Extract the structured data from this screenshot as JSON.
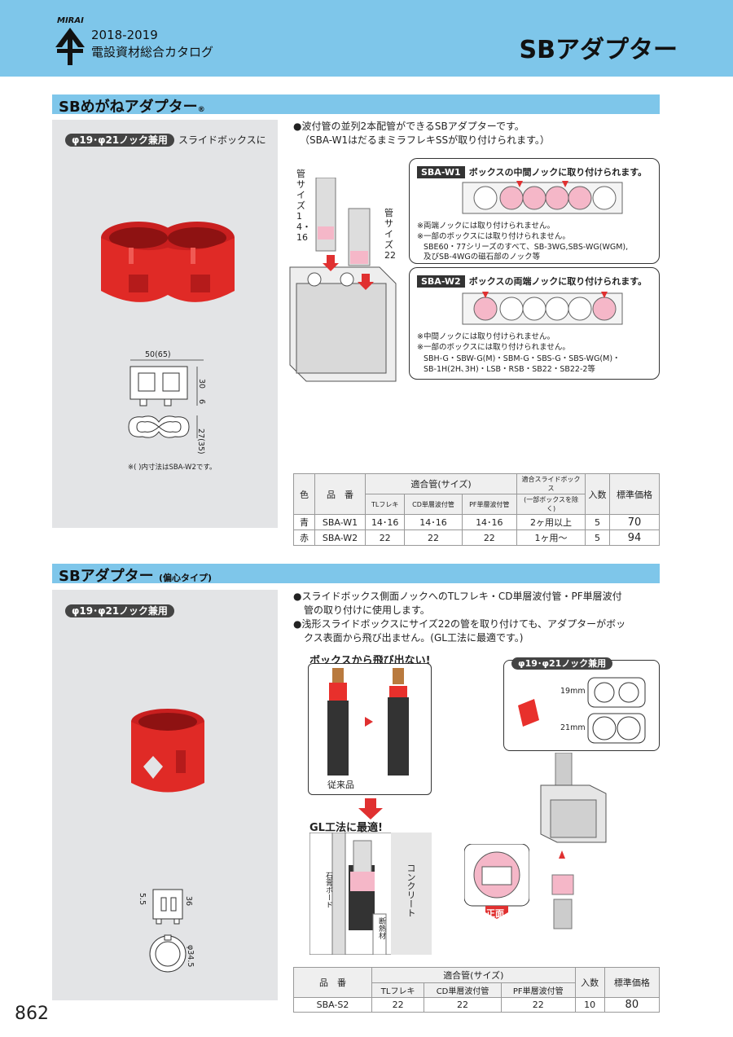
{
  "header": {
    "brand": "MIRAI",
    "year": "2018-2019",
    "catalog": "電設資材総合カタログ",
    "page_title": "SBアダプター"
  },
  "section1": {
    "title": "SBめがねアダプター",
    "mark": "®",
    "pill": "φ19･φ21ノック兼用",
    "pill_note": "スライドボックスに",
    "desc1": "●波付管の並列2本配管ができるSBアダプターです。",
    "desc2": "（SBA-W1はだるまミラフレキSSが取り付けられます。）",
    "pipe_size_a": "管サイズ14・16",
    "pipe_size_b": "管サイズ22",
    "dim_width": "50(65)",
    "dim_height": "30",
    "dim_lower": "6",
    "dim_depth": "27(35)",
    "dim_note": "※(  )内寸法はSBA-W2です。",
    "w1": {
      "tag": "SBA-W1",
      "title": "ボックスの中間ノックに取り付けられます。",
      "note1": "※両端ノックには取り付けられません。",
      "note2": "※一部のボックスには取り付けられません。",
      "list1": "SBE60・77シリーズのすべて、SB-3WG,SBS-WG(WGM),",
      "list2": "及びSB-4WGの磁石部のノック等"
    },
    "w2": {
      "tag": "SBA-W2",
      "title": "ボックスの両端ノックに取り付けられます。",
      "note1": "※中間ノックには取り付けられません。",
      "note2": "※一部のボックスには取り付けられません。",
      "list1": "SBH-G・SBW-G(M)・SBM-G・SBS-G・SBS-WG(M)・",
      "list2": "SB-1H(2H､3H)・LSB・RSB・SB22・SB22-2等"
    },
    "table": {
      "h_color": "色",
      "h_part": "品　番",
      "h_pipe": "適合管(サイズ)",
      "h_tl": "TLフレキ",
      "h_cd": "CD単層波付管",
      "h_pf": "PF単層波付管",
      "h_box": "適合スライドボックス",
      "h_box2": "(一部ボックスを除く)",
      "h_qty": "入数",
      "h_price": "標準価格",
      "rows": [
        {
          "color": "青",
          "part": "SBA-W1",
          "tl": "14･16",
          "cd": "14･16",
          "pf": "14･16",
          "box": "2ヶ用以上",
          "qty": "5",
          "price": "70"
        },
        {
          "color": "赤",
          "part": "SBA-W2",
          "tl": "22",
          "cd": "22",
          "pf": "22",
          "box": "1ヶ用〜",
          "qty": "5",
          "price": "94"
        }
      ]
    }
  },
  "section2": {
    "title": "SBアダプター",
    "sub": "(偏心タイプ)",
    "pill": "φ19･φ21ノック兼用",
    "desc1": "●スライドボックス側面ノックへのTLフレキ・CD単層波付管・PF単層波付",
    "desc2": "管の取り付けに使用します。",
    "desc3": "●浅形スライドボックスにサイズ22の管を取り付けても、アダプターがボッ",
    "desc4": "クス表面から飛び出ません。(GL工法に最適です。)",
    "no_protrude": "ボックスから飛び出ない!",
    "conventional": "従来品",
    "gl_best": "GL工法に最適!",
    "gypsum": "石膏ボード",
    "concrete": "コンクリート",
    "insulation": "断熱材",
    "front": "正面",
    "knock_pill": "φ19･φ21ノック兼用",
    "size19": "19mm",
    "size21": "21mm",
    "dim_55": "5.5",
    "dim_36": "36",
    "dim_345": "φ34.5",
    "table": {
      "h_part": "品　番",
      "h_pipe": "適合管(サイズ)",
      "h_tl": "TLフレキ",
      "h_cd": "CD単層波付管",
      "h_pf": "PF単層波付管",
      "h_qty": "入数",
      "h_price": "標準価格",
      "row": {
        "part": "SBA-S2",
        "tl": "22",
        "cd": "22",
        "pf": "22",
        "qty": "10",
        "price": "80"
      }
    }
  },
  "page_number": "862"
}
